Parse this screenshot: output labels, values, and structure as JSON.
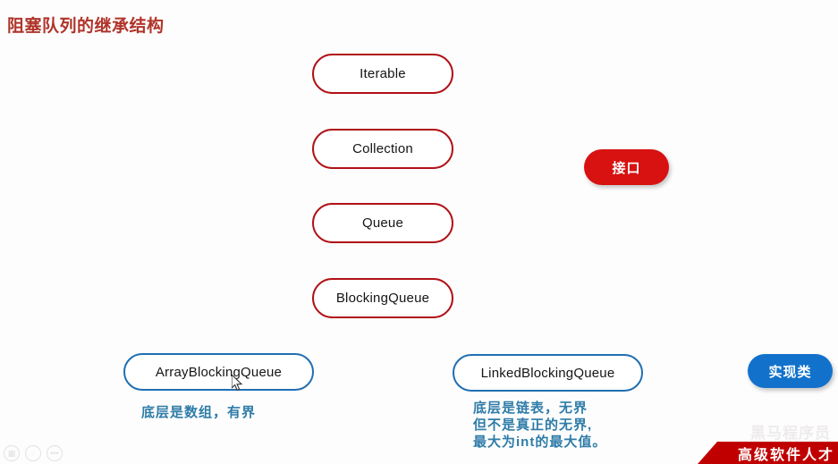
{
  "page": {
    "title": "阻塞队列的继承结构",
    "title_color": "#b0342a",
    "background": "#fdfdfd"
  },
  "diagram": {
    "type": "class-inheritance-hierarchy",
    "interface_nodes": [
      {
        "label": "Iterable",
        "border_color": "#b01116"
      },
      {
        "label": "Collection",
        "border_color": "#b01116"
      },
      {
        "label": "Queue",
        "border_color": "#b01116"
      },
      {
        "label": "BlockingQueue",
        "border_color": "#b01116"
      }
    ],
    "implementation_nodes": [
      {
        "label": "ArrayBlockingQueue",
        "border_color": "#1f6fb2",
        "annotation_lines": [
          "底层是数组，有界"
        ]
      },
      {
        "label": "LinkedBlockingQueue",
        "border_color": "#1f6fb2",
        "annotation_lines": [
          "底层是链表，无界",
          "但不是真正的无界,",
          "最大为int的最大值。"
        ]
      }
    ],
    "annotation_color": "#2e7ca8"
  },
  "legend": {
    "interface": {
      "label": "接口",
      "color": "#d81111"
    },
    "implementation": {
      "label": "实现类",
      "color": "#1272cb"
    }
  },
  "toolbar": {
    "icons": [
      {
        "name": "save-icon",
        "glyph": "▦"
      },
      {
        "name": "search-icon",
        "glyph": "◌"
      },
      {
        "name": "more-icon",
        "glyph": "•••"
      }
    ]
  },
  "branding": {
    "banner_text": "高级软件人才",
    "banner_color": "#c00000",
    "watermark_text": "黑马程序员"
  }
}
